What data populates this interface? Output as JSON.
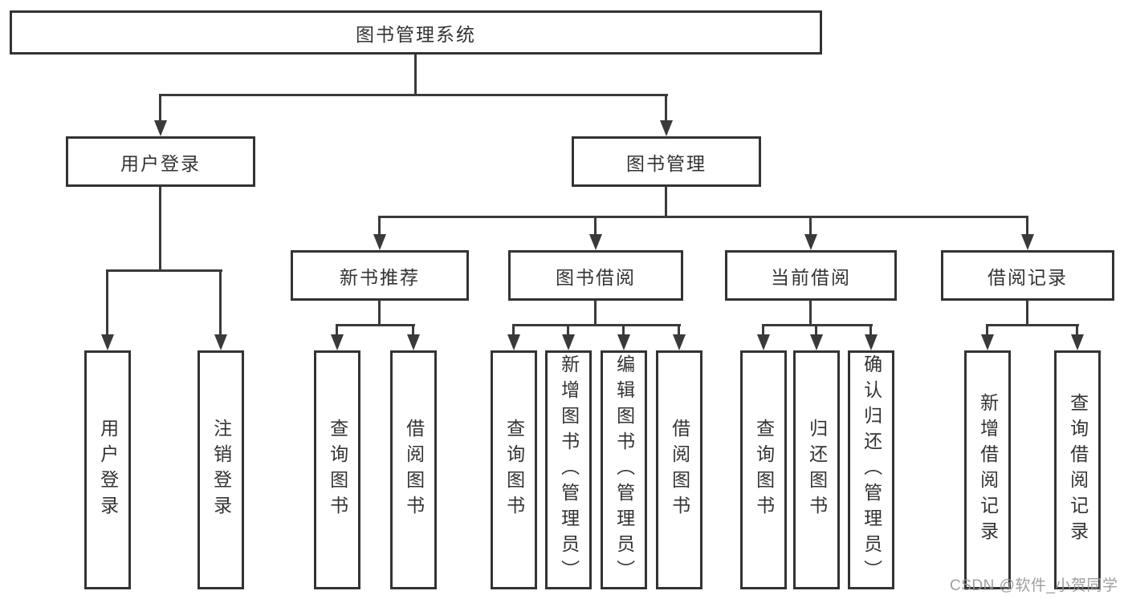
{
  "diagram": {
    "type": "hierarchy-tree",
    "orientation": "top-down"
  },
  "colors": {
    "background": "#ffffff",
    "box_fill": "#ffffff",
    "box_border": "#333333",
    "line": "#3a3a3a",
    "text": "#333333",
    "watermark": "#949494"
  },
  "tree": {
    "label": "图书管理系统",
    "children": [
      {
        "label": "用户登录",
        "children": [
          {
            "label": "用户登录"
          },
          {
            "label": "注销登录"
          }
        ]
      },
      {
        "label": "图书管理",
        "children": [
          {
            "label": "新书推荐",
            "children": [
              {
                "label": "查询图书"
              },
              {
                "label": "借阅图书"
              }
            ]
          },
          {
            "label": "图书借阅",
            "children": [
              {
                "label": "查询图书"
              },
              {
                "label": "新增图书（管理员）"
              },
              {
                "label": "编辑图书（管理员）"
              },
              {
                "label": "借阅图书"
              }
            ]
          },
          {
            "label": "当前借阅",
            "children": [
              {
                "label": "查询图书"
              },
              {
                "label": "归还图书"
              },
              {
                "label": "确认归还（管理员）"
              }
            ]
          },
          {
            "label": "借阅记录",
            "children": [
              {
                "label": "新增借阅记录"
              },
              {
                "label": "查询借阅记录"
              }
            ]
          }
        ]
      }
    ]
  },
  "watermark": {
    "text": "CSDN @软件_小贺同学"
  }
}
